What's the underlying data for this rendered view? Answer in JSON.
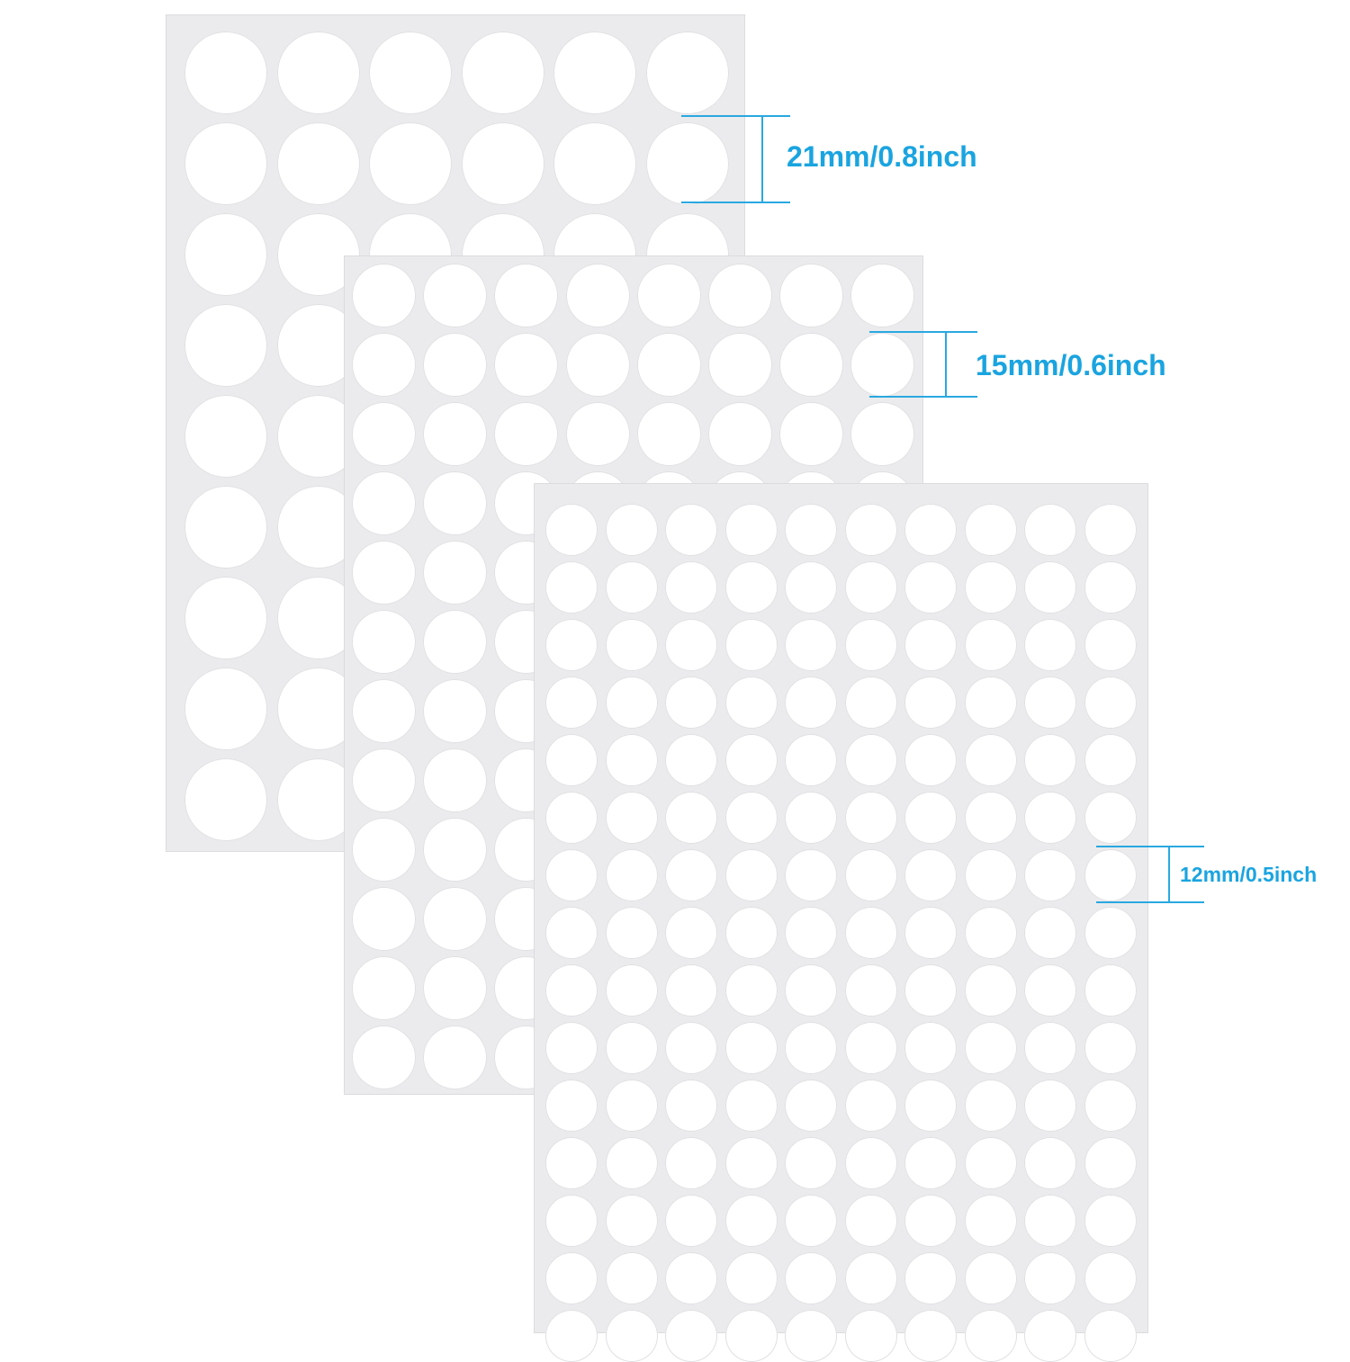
{
  "accent_color": "#1aa4e0",
  "sheet_color": "#ebebed",
  "sticker_color": "#ffffff",
  "sheets": [
    {
      "name": "large",
      "rows": 9,
      "cols": 6,
      "label": "21mm/0.8inch"
    },
    {
      "name": "medium",
      "rows": 12,
      "cols": 8,
      "label": "15mm/0.6inch"
    },
    {
      "name": "small",
      "rows": 15,
      "cols": 10,
      "label": "12mm/0.5inch"
    }
  ]
}
